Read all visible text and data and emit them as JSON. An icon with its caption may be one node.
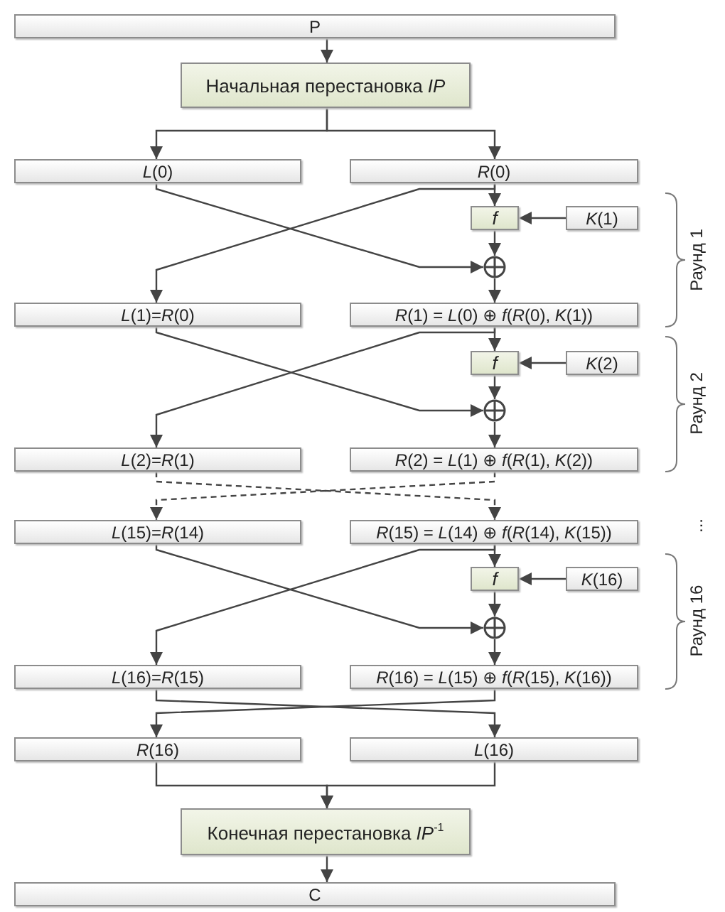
{
  "diagram": {
    "nodes": [
      {
        "text": [
          "P"
        ]
      },
      {
        "text": [
          "Начальная перестановка *IP*"
        ]
      },
      {
        "text": [
          "*L*(0)"
        ]
      },
      {
        "text": [
          "*R*(0)"
        ]
      },
      {
        "text": [
          "*f*"
        ]
      },
      {
        "text": [
          "*K*(1)"
        ]
      },
      {
        "text": [],
        "shape": "circle"
      },
      {
        "text": [
          "*L*(1)=*R*(0)"
        ]
      },
      {
        "text": [
          "*R*(1) = *L*(0) ⊕ *f*(*R*(0), *K*(1))"
        ]
      },
      {
        "text": [
          "*f*"
        ]
      },
      {
        "text": [
          "*K*(2)"
        ]
      },
      {
        "text": [],
        "shape": "circle"
      },
      {
        "text": [
          "*L*(2)=*R*(1)"
        ]
      },
      {
        "text": [
          "*R*(2) = *L*(1) ⊕ *f*(*R*(1), *K*(2))"
        ]
      },
      {
        "text": [
          "*L*(15)=*R*(14)"
        ]
      },
      {
        "text": [
          "*R*(15) = *L*(14) ⊕ *f*(*R*(14), *K*(15))"
        ]
      },
      {
        "text": [
          "*f*"
        ]
      },
      {
        "text": [
          "*K*(16)"
        ]
      },
      {
        "text": [],
        "shape": "circle"
      },
      {
        "text": [
          "*L*(16)=*R*(15)"
        ]
      },
      {
        "text": [
          "*R*(16) = *L*(15) ⊕ *f*(*R*(15), *K*(16))"
        ]
      },
      {
        "text": [
          "*R*(16)"
        ]
      },
      {
        "text": [
          "*L*(16)"
        ]
      },
      {
        "text": [
          "Конечная перестановка *IP*$^{-1}$"
        ]
      },
      {
        "text": [
          "C"
        ]
      }
    ],
    "edges": [
      {
        "from": 0,
        "to": 1,
        "arrow": "to"
      },
      {
        "from": 1,
        "to": 2,
        "arrow": "to"
      },
      {
        "from": 1,
        "to": 3,
        "arrow": "to"
      },
      {
        "from": 3,
        "to": 4,
        "arrow": "to"
      },
      {
        "from": 5,
        "to": 4,
        "arrow": "to"
      },
      {
        "from": 4,
        "to": 6,
        "arrow": "to"
      },
      {
        "from": 2,
        "to": 6,
        "arrow": "to"
      },
      {
        "from": 3,
        "to": 7,
        "arrow": "to"
      },
      {
        "from": 6,
        "to": 8,
        "arrow": "to"
      },
      {
        "from": 8,
        "to": 9,
        "arrow": "to"
      },
      {
        "from": 10,
        "to": 9,
        "arrow": "to"
      },
      {
        "from": 9,
        "to": 11,
        "arrow": "to"
      },
      {
        "from": 7,
        "to": 11,
        "arrow": "to"
      },
      {
        "from": 8,
        "to": 12,
        "arrow": "to"
      },
      {
        "from": 11,
        "to": 13,
        "arrow": "to"
      },
      {
        "from": 12,
        "to": 15,
        "arrow": "to",
        "style": "dashed"
      },
      {
        "from": 13,
        "to": 14,
        "arrow": "to",
        "style": "dashed"
      },
      {
        "from": 15,
        "to": 16,
        "arrow": "to"
      },
      {
        "from": 17,
        "to": 16,
        "arrow": "to"
      },
      {
        "from": 16,
        "to": 18,
        "arrow": "to"
      },
      {
        "from": 14,
        "to": 18,
        "arrow": "to"
      },
      {
        "from": 15,
        "to": 19,
        "arrow": "to"
      },
      {
        "from": 18,
        "to": 20,
        "arrow": "to"
      },
      {
        "from": 19,
        "to": 22,
        "arrow": "to"
      },
      {
        "from": 20,
        "to": 21,
        "arrow": "to"
      },
      {
        "from": 21,
        "to": 23,
        "arrow": "to"
      },
      {
        "from": 22,
        "to": 23,
        "arrow": "to"
      },
      {
        "from": 23,
        "to": 24,
        "arrow": "to"
      }
    ],
    "labels": [
      "Раунд 1",
      "Раунд 2",
      "...",
      "Раунд 16"
    ]
  }
}
